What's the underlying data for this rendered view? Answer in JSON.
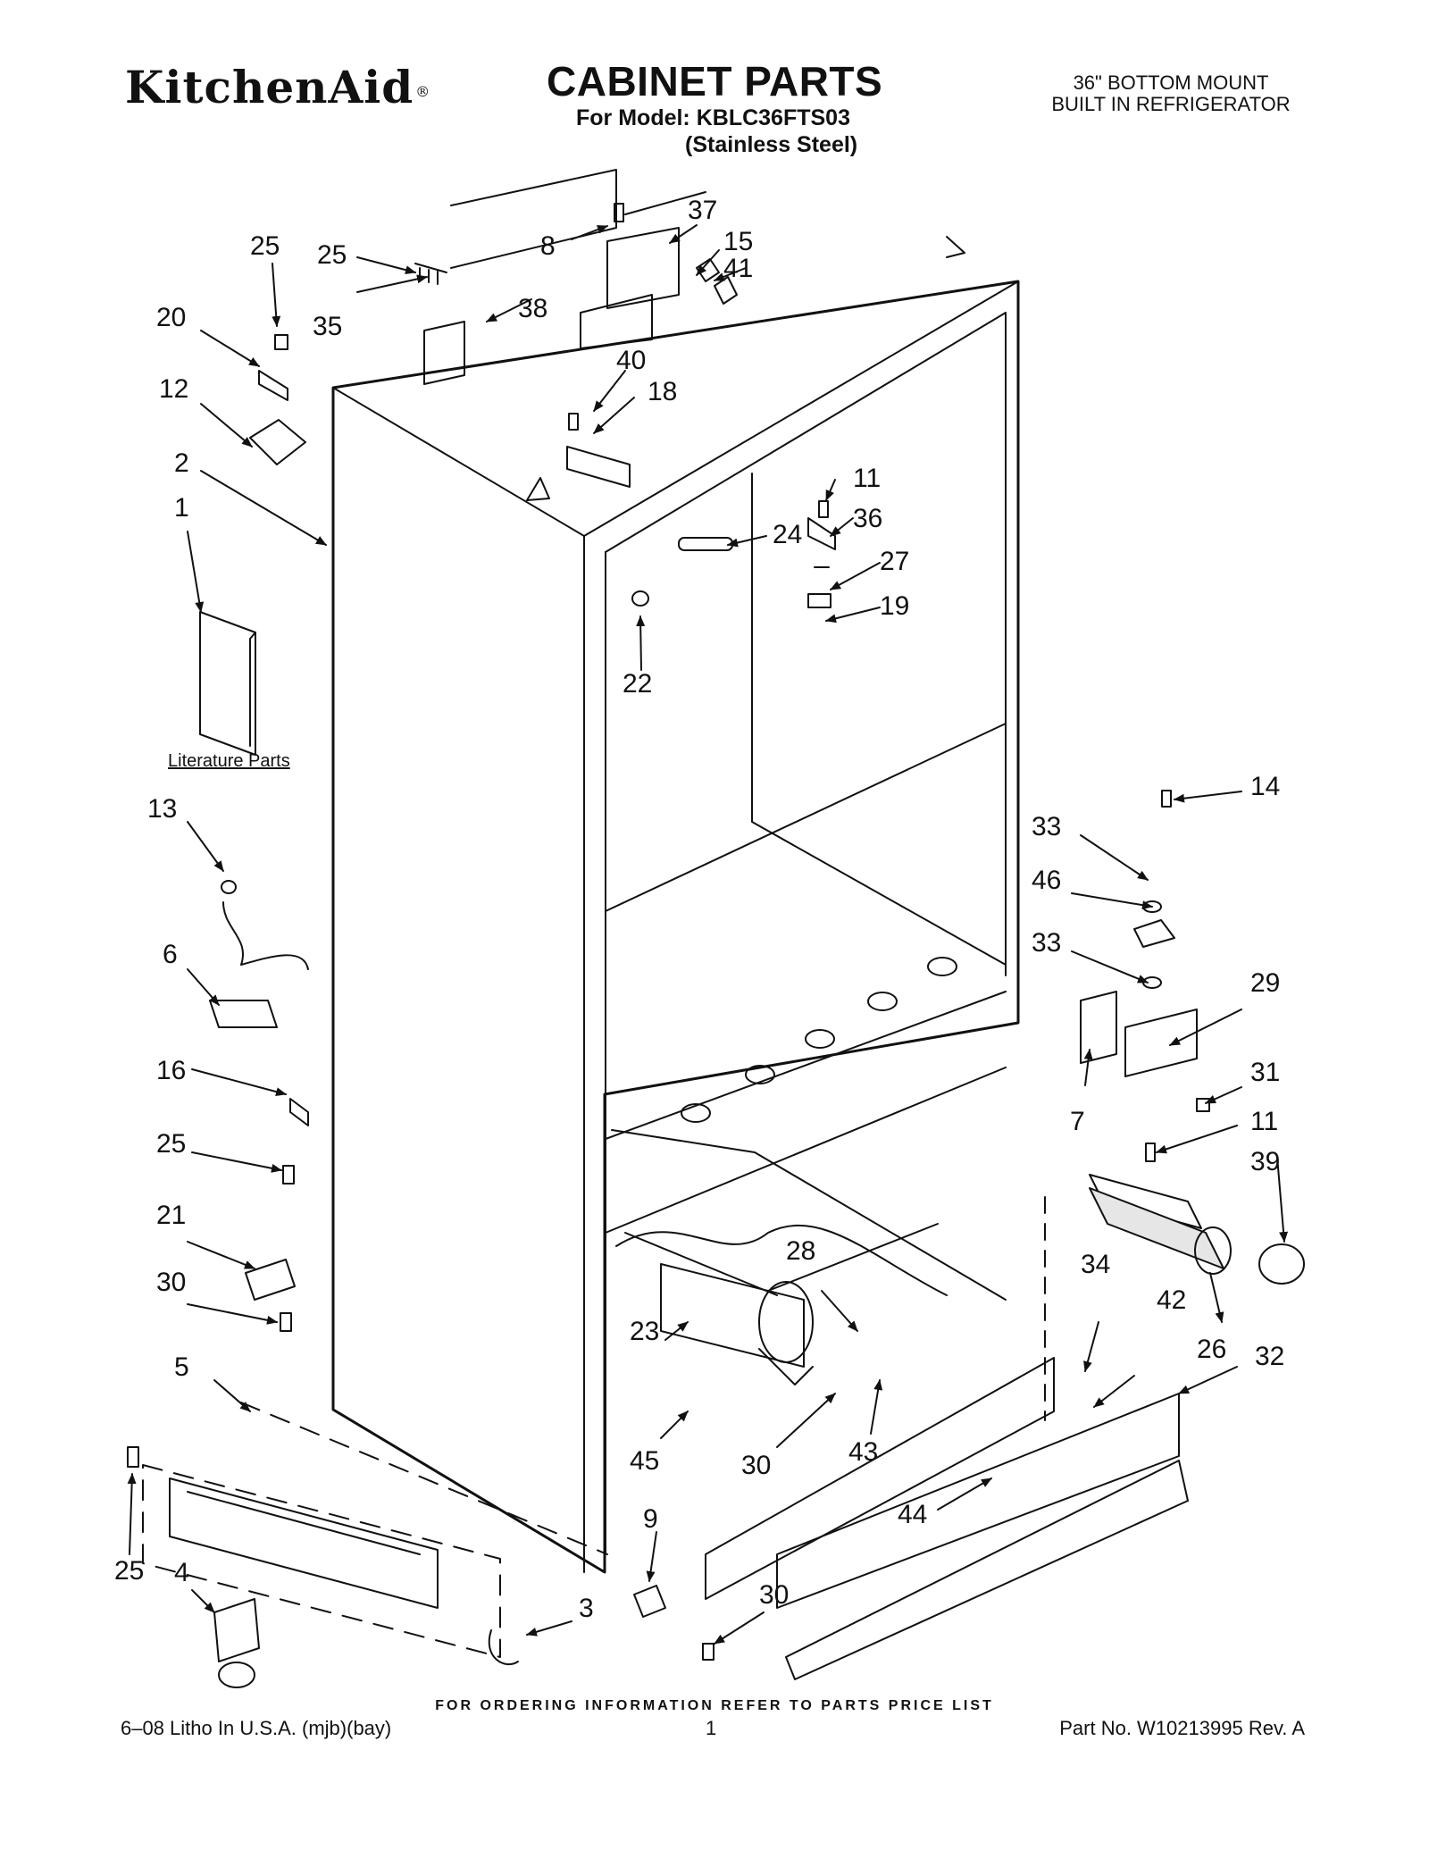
{
  "header": {
    "brand": "KitchenAid",
    "brand_mark": "®",
    "title": "CABINET PARTS",
    "model_line": "For Model: KBLC36FTS03",
    "variant_line": "(Stainless Steel)",
    "product_line1": "36\" BOTTOM MOUNT",
    "product_line2": "BUILT IN REFRIGERATOR"
  },
  "literature_label": "Literature Parts",
  "callouts": [
    {
      "id": "c25a",
      "text": "25"
    },
    {
      "id": "c25b",
      "text": "25"
    },
    {
      "id": "c8",
      "text": "8"
    },
    {
      "id": "c37",
      "text": "37"
    },
    {
      "id": "c15",
      "text": "15"
    },
    {
      "id": "c41",
      "text": "41"
    },
    {
      "id": "c20",
      "text": "20"
    },
    {
      "id": "c35",
      "text": "35"
    },
    {
      "id": "c38",
      "text": "38"
    },
    {
      "id": "c40",
      "text": "40"
    },
    {
      "id": "c18",
      "text": "18"
    },
    {
      "id": "c12",
      "text": "12"
    },
    {
      "id": "c2",
      "text": "2"
    },
    {
      "id": "c1",
      "text": "1"
    },
    {
      "id": "c11a",
      "text": "11"
    },
    {
      "id": "c36",
      "text": "36"
    },
    {
      "id": "c24",
      "text": "24"
    },
    {
      "id": "c27",
      "text": "27"
    },
    {
      "id": "c19",
      "text": "19"
    },
    {
      "id": "c22",
      "text": "22"
    },
    {
      "id": "c14",
      "text": "14"
    },
    {
      "id": "c13",
      "text": "13"
    },
    {
      "id": "c33a",
      "text": "33"
    },
    {
      "id": "c46",
      "text": "46"
    },
    {
      "id": "c6",
      "text": "6"
    },
    {
      "id": "c33b",
      "text": "33"
    },
    {
      "id": "c29",
      "text": "29"
    },
    {
      "id": "c16",
      "text": "16"
    },
    {
      "id": "c31",
      "text": "31"
    },
    {
      "id": "c7",
      "text": "7"
    },
    {
      "id": "c11b",
      "text": "11"
    },
    {
      "id": "c25c",
      "text": "25"
    },
    {
      "id": "c39",
      "text": "39"
    },
    {
      "id": "c21",
      "text": "21"
    },
    {
      "id": "c28",
      "text": "28"
    },
    {
      "id": "c34",
      "text": "34"
    },
    {
      "id": "c30a",
      "text": "30"
    },
    {
      "id": "c42",
      "text": "42"
    },
    {
      "id": "c23",
      "text": "23"
    },
    {
      "id": "c26",
      "text": "26"
    },
    {
      "id": "c32",
      "text": "32"
    },
    {
      "id": "c5",
      "text": "5"
    },
    {
      "id": "c45",
      "text": "45"
    },
    {
      "id": "c30b",
      "text": "30"
    },
    {
      "id": "c43",
      "text": "43"
    },
    {
      "id": "c44",
      "text": "44"
    },
    {
      "id": "c9",
      "text": "9"
    },
    {
      "id": "c25d",
      "text": "25"
    },
    {
      "id": "c4",
      "text": "4"
    },
    {
      "id": "c30c",
      "text": "30"
    },
    {
      "id": "c3",
      "text": "3"
    }
  ],
  "footer": {
    "ordering_note": "FOR ORDERING INFORMATION REFER TO PARTS PRICE LIST",
    "litho": "6–08 Litho In U.S.A. (mjb)(bay)",
    "page_number": "1",
    "part_number": "Part No. W10213995 Rev. A"
  },
  "colors": {
    "ink": "#111111",
    "filter_fill": "#e6e6e6",
    "paper": "#ffffff"
  }
}
